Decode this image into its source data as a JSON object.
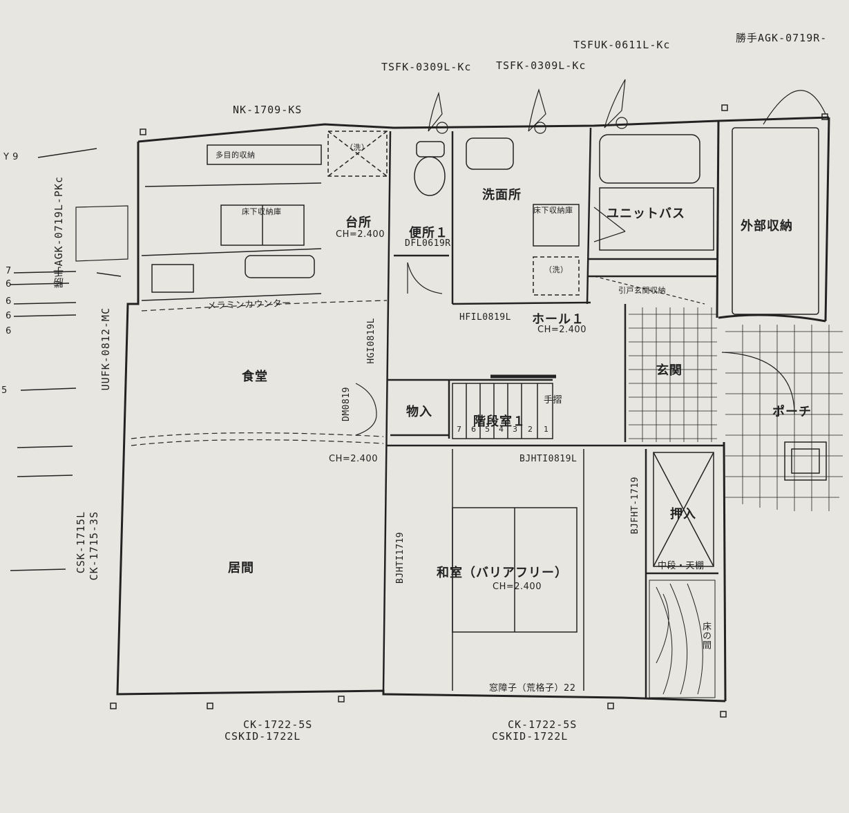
{
  "codes": {
    "nk": "NK-1709-KS",
    "tsfk1": "TSFK-0309L-Kc",
    "tsfk2": "TSFK-0309L-Kc",
    "tsfuk": "TSFUK-0611L-Kc",
    "agk_right": "勝手AGK-0719R-",
    "agk_left": "勝手AGK-0719L-PKc",
    "uufk": "UUFK-0812-MC",
    "csk1": "CSK-1715L",
    "csk2": "CK-1715-3S",
    "ck_bl1": "CK-1722-5S",
    "ck_bl2": "CSKID-1722L",
    "ck_br1": "CK-1722-5S",
    "ck_br2": "CSKID-1722L",
    "dfl": "DFL0619R",
    "hfil": "HFIL0819L",
    "hgi": "HGI0819L",
    "dm": "DM0819",
    "bjht_top": "BJHTI0819L",
    "bjht_left": "BJHTI1719",
    "bjfht": "BJFHT-1719"
  },
  "rooms": {
    "kitchen": "台所",
    "kitchen_ch": "CH=2.400",
    "toilet": "便所１",
    "washroom": "洗面所",
    "unit_bath": "ユニットバス",
    "ext_storage": "外部収納",
    "hall": "ホール１",
    "hall_ch": "CH=2.400",
    "entrance": "玄関",
    "porch": "ポーチ",
    "dining": "食堂",
    "storage": "物入",
    "stair": "階段室１",
    "handrail": "手摺",
    "living": "居間",
    "living_ch": "CH=2.400",
    "closet": "押入",
    "closet_shelf": "中段・天棚",
    "japanese_room": "和室（バリアフリー）",
    "japanese_ch": "CH=2.400",
    "shoji": "窓障子（荒格子）22"
  },
  "fixtures": {
    "multi_storage": "多目的収納",
    "underfloor": "床下収納庫",
    "underfloor2": "床下収納庫",
    "wash1": "（洗）",
    "wash2": "（洗）",
    "counter": "メラミンカウンター",
    "shoe_storage": "引戸玄関収納",
    "tokonoma": "床の間"
  },
  "margin_marks": {
    "y": "Y 9",
    "nums": [
      "7",
      "6",
      "6",
      "6",
      "6",
      "5"
    ],
    "stairs": [
      "7",
      "6",
      "5",
      "4",
      "3",
      "2",
      "1"
    ]
  }
}
